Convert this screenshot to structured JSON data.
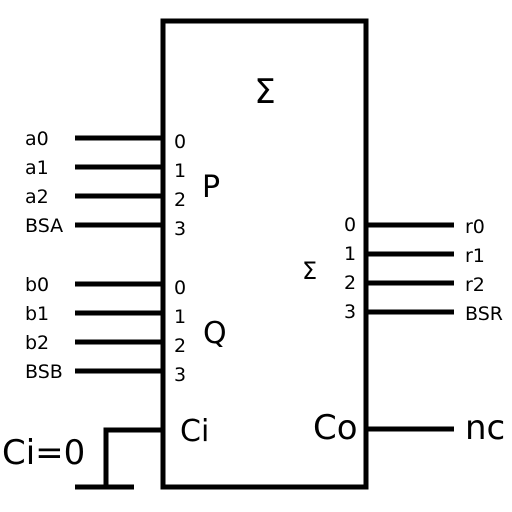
{
  "block": {
    "symbol": "Σ",
    "output_group_symbol": "Σ",
    "group_p": "P",
    "group_q": "Q",
    "carry_in_label": "Ci",
    "carry_out_label": "Co"
  },
  "inputs_p": [
    {
      "name": "a0",
      "index": "0"
    },
    {
      "name": "a1",
      "index": "1"
    },
    {
      "name": "a2",
      "index": "2"
    },
    {
      "name": "BSA",
      "index": "3"
    }
  ],
  "inputs_q": [
    {
      "name": "b0",
      "index": "0"
    },
    {
      "name": "b1",
      "index": "1"
    },
    {
      "name": "b2",
      "index": "2"
    },
    {
      "name": "BSB",
      "index": "3"
    }
  ],
  "outputs": [
    {
      "name": "r0",
      "index": "0"
    },
    {
      "name": "r1",
      "index": "1"
    },
    {
      "name": "r2",
      "index": "2"
    },
    {
      "name": "BSR",
      "index": "3"
    }
  ],
  "carry_in_value": "Ci=0",
  "carry_out_value": "nc"
}
